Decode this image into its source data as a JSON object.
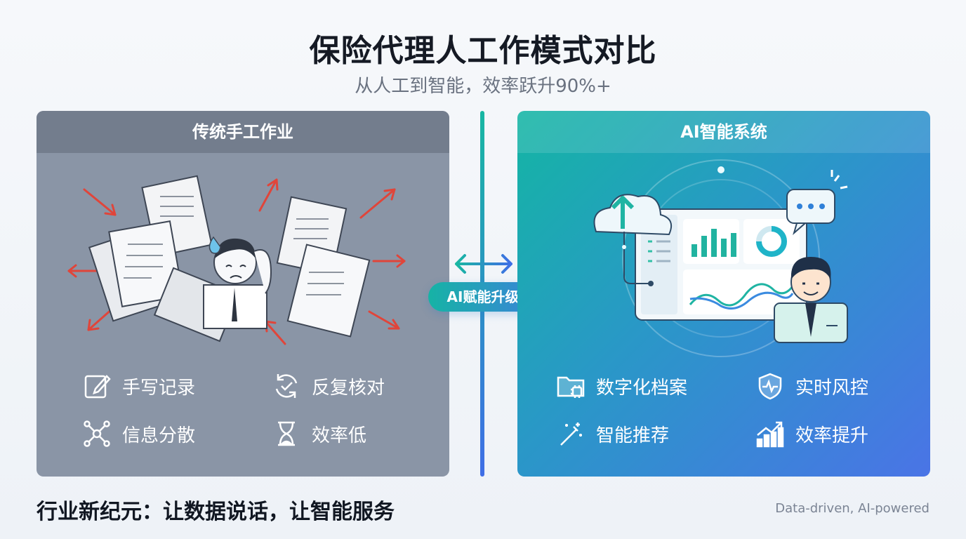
{
  "header": {
    "title": "保险代理人工作模式对比",
    "subtitle": "从人工到智能，效率跃升90%+"
  },
  "left_panel": {
    "title": "传统手工作业",
    "features": [
      {
        "icon": "edit-icon",
        "label": "手写记录"
      },
      {
        "icon": "refresh-check-icon",
        "label": "反复核对"
      },
      {
        "icon": "scatter-nodes-icon",
        "label": "信息分散"
      },
      {
        "icon": "hourglass-icon",
        "label": "效率低"
      }
    ]
  },
  "right_panel": {
    "title": "AI智能系统",
    "features": [
      {
        "icon": "digital-folder-icon",
        "label": "数字化档案"
      },
      {
        "icon": "shield-pulse-icon",
        "label": "实时风控"
      },
      {
        "icon": "magic-wand-icon",
        "label": "智能推荐"
      },
      {
        "icon": "growth-chart-icon",
        "label": "效率提升"
      }
    ]
  },
  "center": {
    "badge": "AI赋能升级"
  },
  "footer": {
    "slogan": "行业新纪元：让数据说话，让智能服务",
    "tagline": "Data-driven, AI-powered"
  },
  "colors": {
    "left_panel_bg": "#8a95a6",
    "left_header_bg": "#737d8d",
    "right_gradient_start": "#14b5a4",
    "right_gradient_end": "#4a74e6",
    "red_arrow": "#e0453a"
  }
}
